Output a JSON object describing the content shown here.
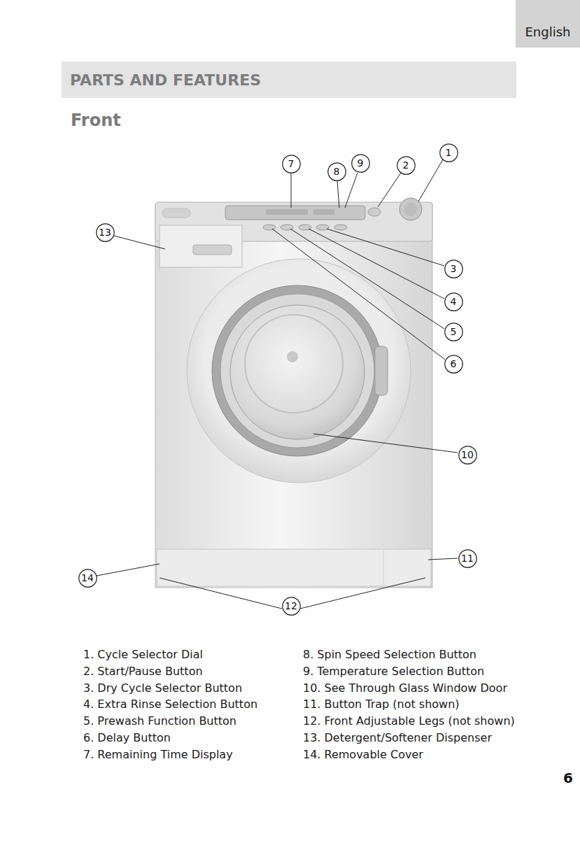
{
  "diagram": {
    "nodes": [
      {
        "text": [
          "English"
        ]
      },
      {
        "text": [
          "PARTS AND FEATURES"
        ]
      },
      {
        "text": [
          "1"
        ]
      },
      {
        "text": [
          "7"
        ]
      },
      {
        "text": [
          "9"
        ]
      },
      {
        "text": [
          "2"
        ]
      },
      {
        "text": [
          "8"
        ]
      },
      {
        "text": [
          "13"
        ]
      },
      {
        "text": [
          "3"
        ]
      },
      {
        "text": [
          "4"
        ]
      },
      {
        "text": [
          "5"
        ]
      },
      {
        "text": [
          "6"
        ]
      },
      {
        "text": [
          "10"
        ]
      },
      {
        "text": [
          "11"
        ]
      },
      {
        "text": [
          "14"
        ]
      },
      {
        "text": [
          "12"
        ]
      }
    ],
    "labels": [
      "Front",
      "1. Cycle Selector Dial",
      "2. Start/Pause Button",
      "3. Dry Cycle Selector Button",
      "4. Extra Rinse Selection Button",
      "5. Prewash Function Button",
      "6. Delay Button",
      "7. Remaining Time Display",
      "8. Spin Speed Selection Button",
      "9. Temperature Selection Button",
      "10. See Through Glass Window Door",
      "11. Button Trap (not shown)",
      "12. Front Adjustable Legs (not shown)",
      "13. Detergent/Softener Dispenser",
      "14. Removable Cover",
      "6"
    ]
  }
}
